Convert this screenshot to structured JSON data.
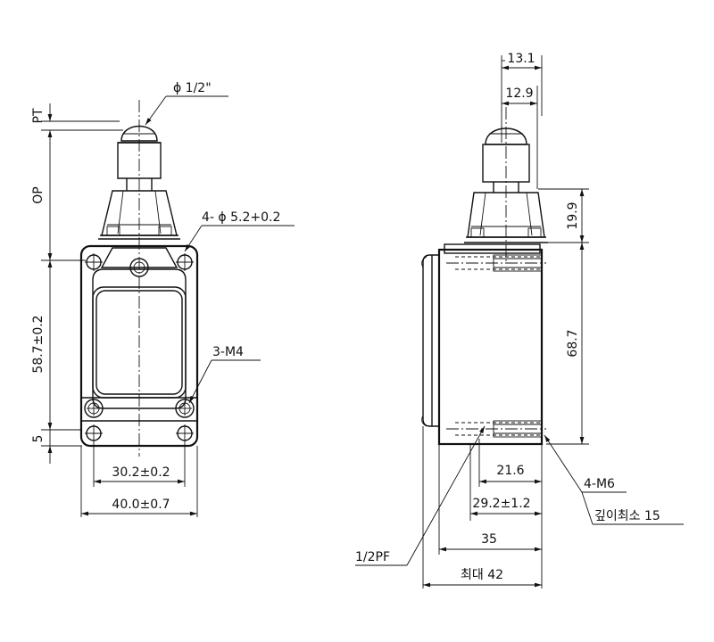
{
  "front_view": {
    "knob_diameter": "ϕ 1/2\"",
    "mount_holes": "4- ϕ 5.2+0.2",
    "screws": "3-M4",
    "height": "58.7±0.2",
    "pretravel": "PT",
    "operating_position": "OP",
    "bottom_offset": "5",
    "hole_pitch": "30.2±0.2",
    "width": "40.0±0.7"
  },
  "side_view": {
    "top_width_outer": "13.1",
    "top_width_inner": "12.9",
    "actuator_height": "19.9",
    "body_height": "68.7",
    "thread_depth": "21.6",
    "mount_depth": "29.2±1.2",
    "depth": "35",
    "max_depth": "최대 42",
    "conduit": "1/2PF",
    "tapped_holes": "4-M6",
    "depth_note": "깊이최소 15"
  }
}
